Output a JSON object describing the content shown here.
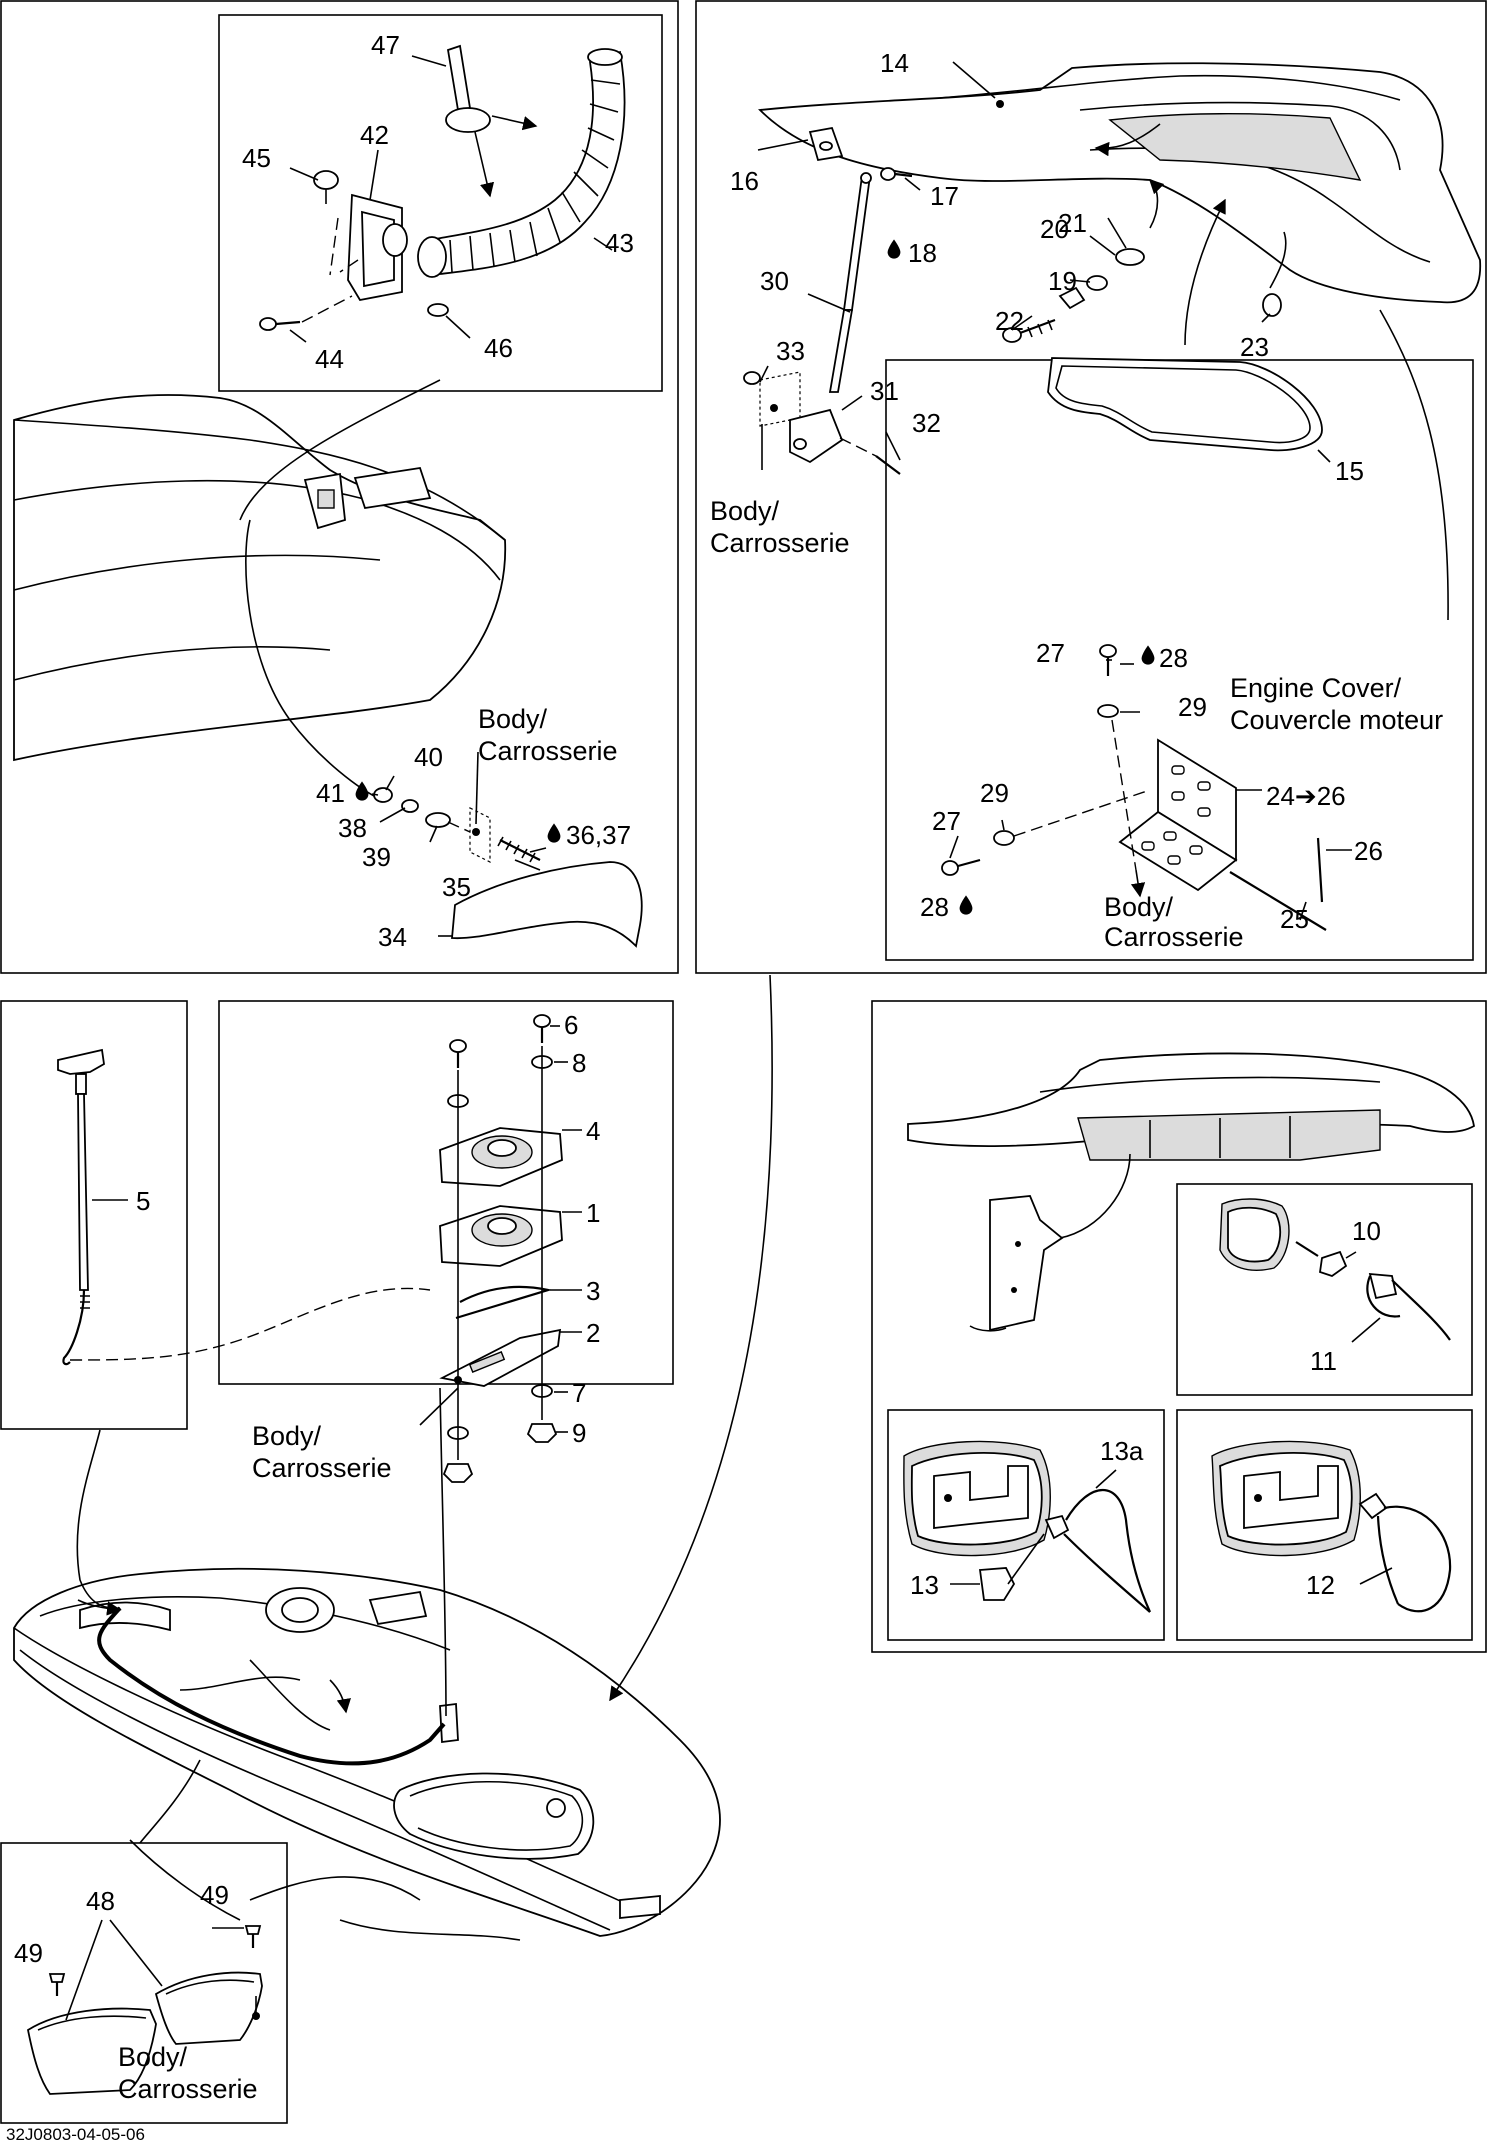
{
  "diagram_code": "32J0803-04-05-06",
  "labels": {
    "body_fr": [
      "Body/",
      "Carrosserie"
    ],
    "engine_cover": [
      "Engine Cover/",
      "Couvercle moteur"
    ]
  },
  "parts": {
    "p1": "1",
    "p2": "2",
    "p3": "3",
    "p4": "4",
    "p5": "5",
    "p6": "6",
    "p7": "7",
    "p8": "8",
    "p9": "9",
    "p10": "10",
    "p11": "11",
    "p12": "12",
    "p13": "13",
    "p13a": "13a",
    "p14": "14",
    "p15": "15",
    "p16": "16",
    "p17": "17",
    "p18": "18",
    "p19": "19",
    "p20": "20",
    "p21": "21",
    "p22": "22",
    "p23": "23",
    "p24_26": "24➔26",
    "p25": "25",
    "p26": "26",
    "p27a": "27",
    "p27b": "27",
    "p28a": "28",
    "p28b": "28",
    "p29a": "29",
    "p29b": "29",
    "p30": "30",
    "p31": "31",
    "p32": "32",
    "p33": "33",
    "p34": "34",
    "p35": "35",
    "p36_37": "36,37",
    "p38": "38",
    "p39": "39",
    "p40": "40",
    "p41": "41",
    "p42": "42",
    "p43": "43",
    "p44": "44",
    "p45": "45",
    "p46": "46",
    "p47": "47",
    "p48": "48",
    "p49a": "49",
    "p49b": "49"
  },
  "icons": {
    "lubricant": "oil-drop-icon"
  }
}
